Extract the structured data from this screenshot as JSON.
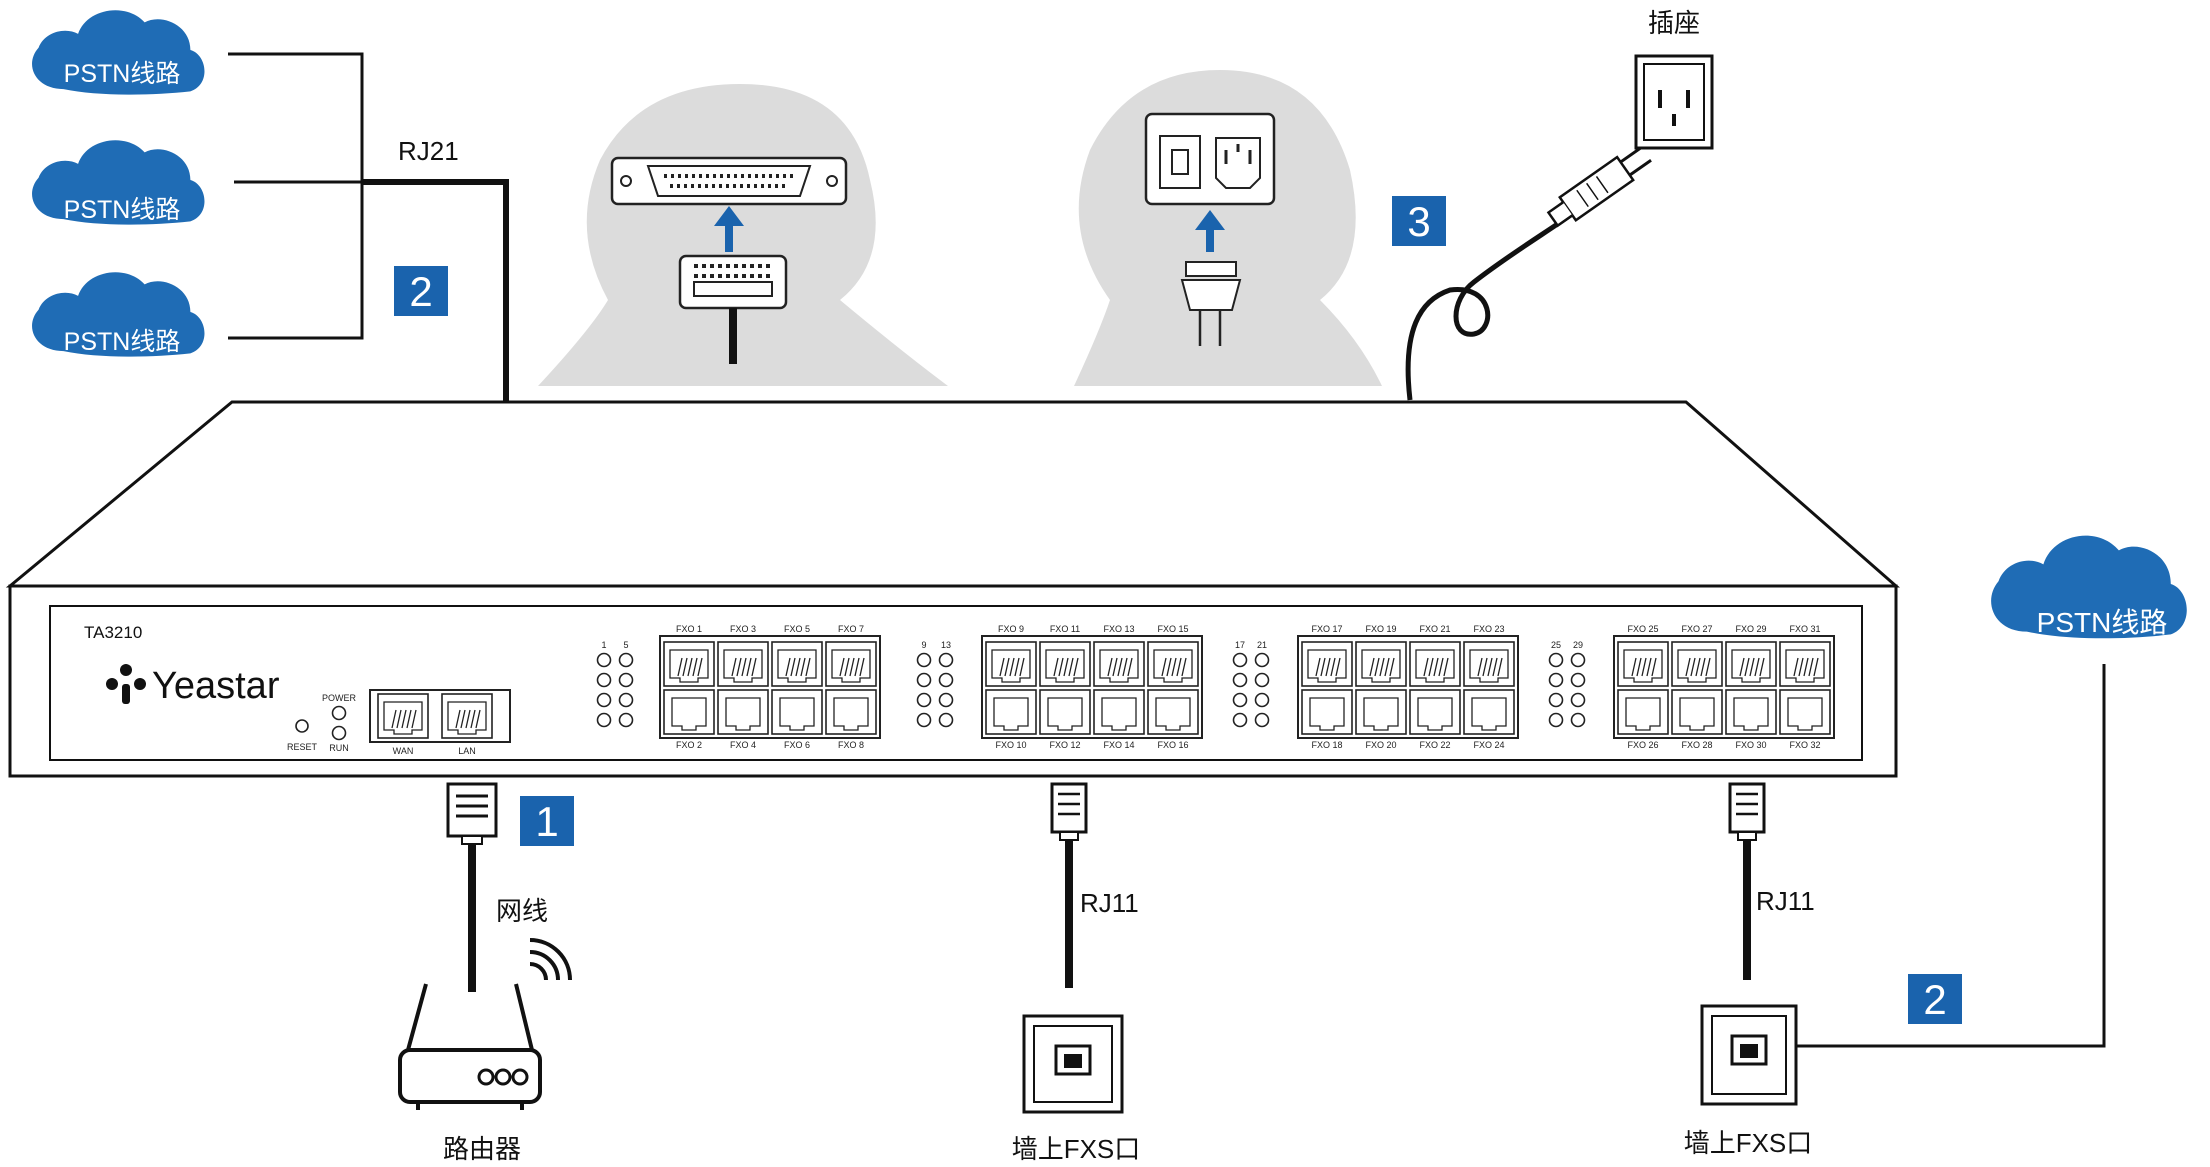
{
  "device": {
    "model": "TA3210",
    "brand": "Yeastar",
    "reset_label": "RESET",
    "power_label": "POWER",
    "run_label": "RUN",
    "wan_label": "WAN",
    "lan_label": "LAN",
    "port_groups": [
      {
        "top": [
          "FXO 1",
          "FXO 3",
          "FXO 5",
          "FXO 7"
        ],
        "bottom": [
          "FXO 2",
          "FXO 4",
          "FXO 6",
          "FXO 8"
        ],
        "led_nums": [
          "1",
          "5"
        ]
      },
      {
        "top": [
          "FXO 9",
          "FXO 11",
          "FXO 13",
          "FXO 15"
        ],
        "bottom": [
          "FXO 10",
          "FXO 12",
          "FXO 14",
          "FXO 16"
        ],
        "led_nums": [
          "9",
          "13"
        ]
      },
      {
        "top": [
          "FXO 17",
          "FXO 19",
          "FXO 21",
          "FXO 23"
        ],
        "bottom": [
          "FXO 18",
          "FXO 20",
          "FXO 22",
          "FXO 24"
        ],
        "led_nums": [
          "17",
          "21"
        ]
      },
      {
        "top": [
          "FXO 25",
          "FXO 27",
          "FXO 29",
          "FXO 31"
        ],
        "bottom": [
          "FXO 26",
          "FXO 28",
          "FXO 30",
          "FXO 32"
        ],
        "led_nums": [
          "25",
          "29"
        ]
      }
    ]
  },
  "clouds": {
    "label": "PSTN线路"
  },
  "labels": {
    "rj21": "RJ21",
    "rj11_a": "RJ11",
    "rj11_b": "RJ11",
    "network_cable": "网线",
    "router": "路由器",
    "wall_fxs_a": "墙上FXS口",
    "wall_fxs_b": "墙上FXS口",
    "outlet": "插座"
  },
  "badges": {
    "step1": "1",
    "step2a": "2",
    "step2b": "2",
    "step3": "3"
  },
  "colors": {
    "cloud": "#1f6cb5",
    "badge": "#1a63ad",
    "arrow": "#1a63ad",
    "callout": "#dcdcdc",
    "line": "#111111"
  }
}
